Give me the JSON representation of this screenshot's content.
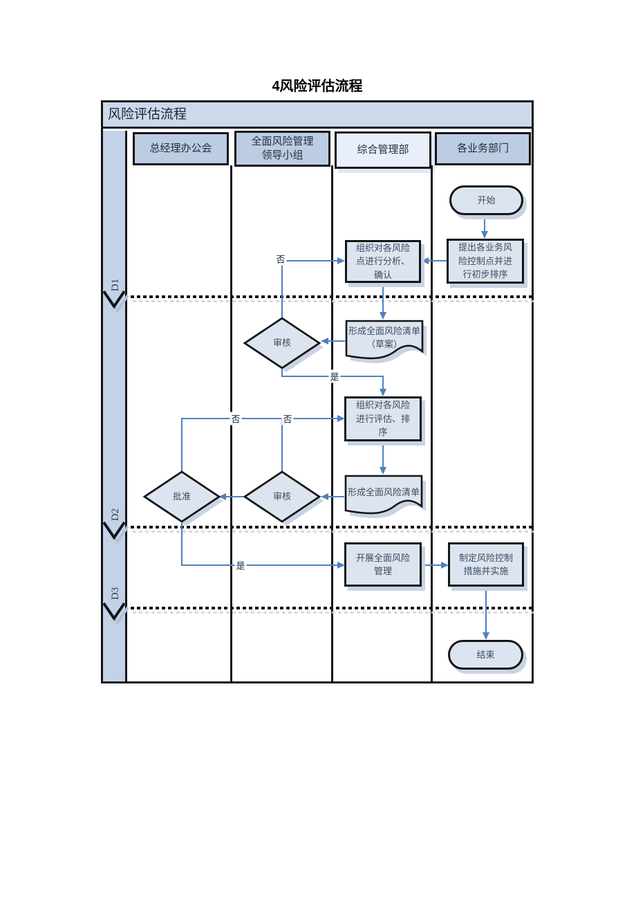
{
  "page": {
    "title": "4风险评估流程"
  },
  "chart": {
    "title": "风险评估流程",
    "lanes": [
      {
        "lines": [
          "总经理办公会",
          ""
        ]
      },
      {
        "lines": [
          "全面风险管理",
          "领导小组"
        ]
      },
      {
        "lines": [
          "综合管理部",
          ""
        ]
      },
      {
        "lines": [
          "各业务部门",
          ""
        ]
      }
    ],
    "phases": [
      "D1",
      "D2",
      "D3"
    ],
    "nodes": {
      "start": "开始",
      "propose": "提出各业务风险控制点并进行初步排序",
      "analyze": "组织对各风险点进行分析、确认",
      "doc_draft": "形成全面风险清单（草案）",
      "review1": "审核",
      "evaluate": "组织对各风险进行评估、排序",
      "doc_final": "形成全面风险清单",
      "review2": "审核",
      "approve": "批准",
      "implement": "开展全面风险管理",
      "measures": "制定风险控制措施并实施",
      "end": "结束"
    },
    "labels": {
      "no": "否",
      "yes": "是"
    },
    "colors": {
      "band": "#c3d2e7",
      "strip": "#ccd9ea",
      "header": "#bccce3",
      "header_light": "#e9effa",
      "node_fill": "#dce4ef",
      "node_shadow": "#c9d3e4",
      "connector": "#4f81bd",
      "border": "#141414"
    }
  }
}
